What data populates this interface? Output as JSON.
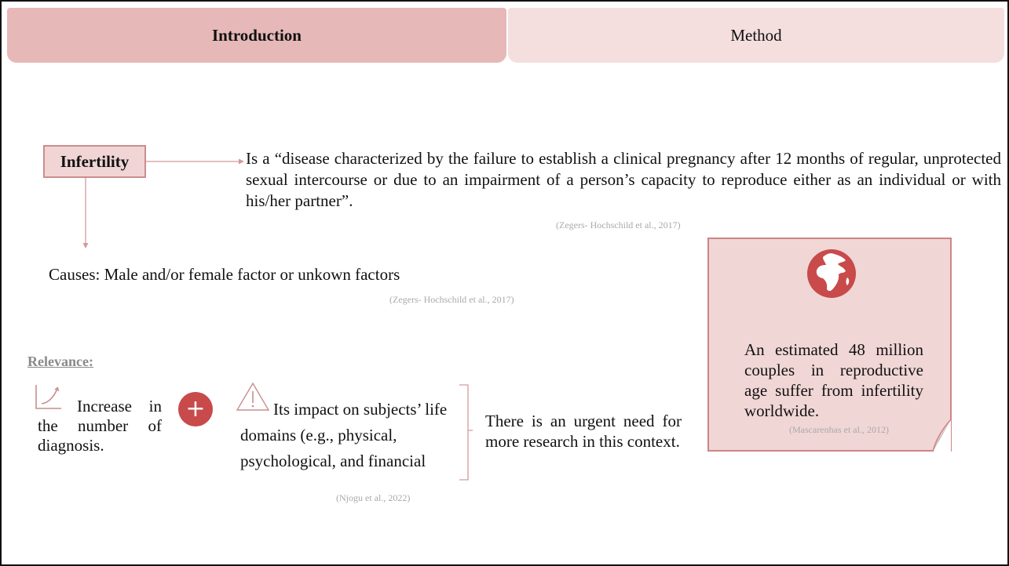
{
  "tabs": {
    "introduction": "Introduction",
    "method": "Method"
  },
  "infertility": {
    "label": "Infertility",
    "definition": "Is a “disease characterized by the failure to establish a clinical pregnancy after 12 months of regular, unprotected sexual intercourse or due to an impairment of a person’s capacity to reproduce either as an individual or with his/her partner”.",
    "definition_citation": "(Zegers- Hochschild et al., 2017)",
    "causes": "Causes: Male and/or  female factor or unkown factors",
    "causes_citation": "(Zegers- Hochschild et al., 2017)"
  },
  "relevance": {
    "heading": "Relevance:",
    "increase_text": "Increase in the number of diagnosis.",
    "impact_text": "Its impact on subjects’ life domains (e.g., physical, psychological, and financial",
    "need_text": "There is an urgent need for more research in this context.",
    "citation": "(Njogu et al., 2022)"
  },
  "note": {
    "text": "An estimated 48 million couples in reproductive age suffer from infertility worldwide.",
    "citation": "(Mascarenhas et al., 2012)"
  },
  "icons": {
    "trend": "trend-up-icon",
    "plus": "plus-icon",
    "warning": "warning-icon",
    "globe": "globe-icon"
  },
  "colors": {
    "accent_red": "#c84a4a",
    "tab_active": "#e7b8b8",
    "tab_inactive": "#f4dede",
    "box_fill": "#f1d5d5",
    "box_border": "#c98e8e",
    "citation_gray": "#a9a9a9"
  }
}
